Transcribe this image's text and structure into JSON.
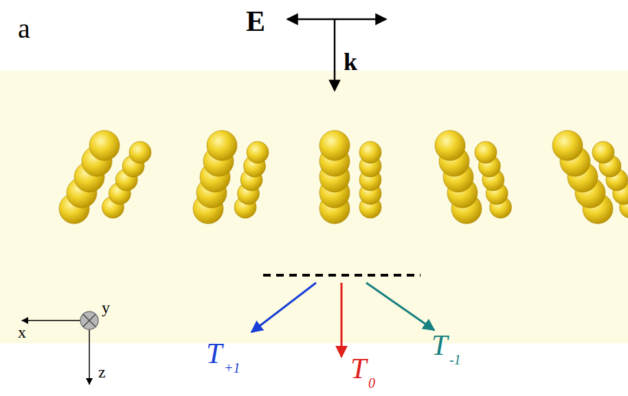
{
  "diagram": {
    "labels": [
      "E",
      "k",
      "a",
      "x",
      "y",
      "z",
      "T",
      "+1",
      "T",
      "0",
      "T",
      "-1"
    ]
  }
}
